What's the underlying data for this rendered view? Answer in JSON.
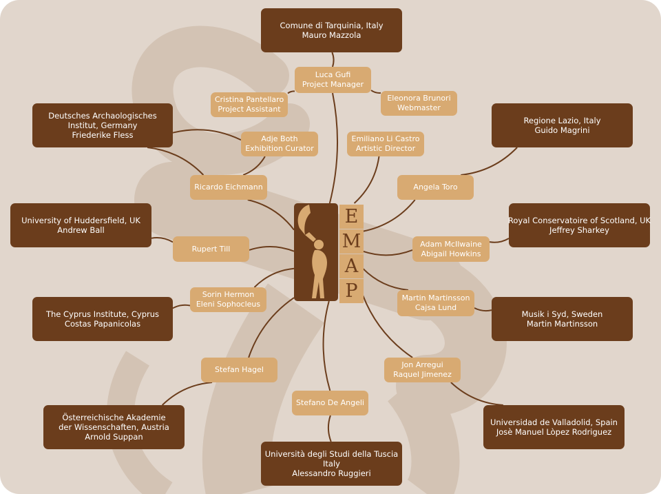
{
  "colors": {
    "background": "#e1d6cc",
    "watermark": "#d3c3b4",
    "dark_box": "#6b3d1c",
    "light_box": "#d8aa72",
    "line": "#6b3d1c",
    "text": "#ffffff"
  },
  "logo": {
    "letters": [
      "E",
      "M",
      "A",
      "P"
    ],
    "figure_icon": "horn-player-figure-icon"
  },
  "institutions": [
    {
      "id": "tarquinia",
      "lines": [
        "Comune di Tarquinia, Italy",
        "Mauro Mazzola"
      ]
    },
    {
      "id": "dai",
      "lines": [
        "Deutsches Archaologisches",
        "Institut, Germany",
        "Friederike Fless"
      ]
    },
    {
      "id": "lazio",
      "lines": [
        "Regione Lazio, Italy",
        "Guido Magrini"
      ]
    },
    {
      "id": "huddersfield",
      "lines": [
        "University of Huddersfield, UK",
        "Andrew Ball"
      ]
    },
    {
      "id": "rcs",
      "lines": [
        "Royal Conservatoire of Scotland, UK",
        "Jeffrey Sharkey"
      ]
    },
    {
      "id": "cyprus",
      "lines": [
        "The Cyprus Institute, Cyprus",
        "Costas Papanicolas"
      ]
    },
    {
      "id": "musik",
      "lines": [
        "Musik i Syd, Sweden",
        "Martin Martinsson"
      ]
    },
    {
      "id": "oeaw",
      "lines": [
        "Österreichische Akademie",
        "der Wissenschaften, Austria",
        "Arnold Suppan"
      ]
    },
    {
      "id": "valladolid",
      "lines": [
        "Universidad de Valladolid, Spain",
        "Josè Manuel Lòpez Rodriguez"
      ]
    },
    {
      "id": "tuscia",
      "lines": [
        "Università degli Studi della Tuscia",
        "Italy",
        "Alessandro Ruggieri"
      ]
    }
  ],
  "people": [
    {
      "id": "gufi",
      "lines": [
        "Luca Gufi",
        "Project Manager"
      ]
    },
    {
      "id": "pantellaro",
      "lines": [
        "Cristina Pantellaro",
        "Project Assistant"
      ]
    },
    {
      "id": "brunori",
      "lines": [
        "Eleonora Brunori",
        "Webmaster"
      ]
    },
    {
      "id": "both",
      "lines": [
        "Adje Both",
        "Exhibition Curator"
      ]
    },
    {
      "id": "licastro",
      "lines": [
        "Emiliano Li Castro",
        "Artistic Director"
      ]
    },
    {
      "id": "eichmann",
      "lines": [
        "Ricardo Eichmann"
      ]
    },
    {
      "id": "toro",
      "lines": [
        "Angela Toro"
      ]
    },
    {
      "id": "till",
      "lines": [
        "Rupert Till"
      ]
    },
    {
      "id": "mcilwaine",
      "lines": [
        "Adam McIlwaine",
        "Abigail Howkins"
      ]
    },
    {
      "id": "hermon",
      "lines": [
        "Sorin Hermon",
        "Eleni Sophocleus"
      ]
    },
    {
      "id": "martinsson",
      "lines": [
        "Martin Martinsson",
        "Cajsa Lund"
      ]
    },
    {
      "id": "hagel",
      "lines": [
        "Stefan Hagel"
      ]
    },
    {
      "id": "arregui",
      "lines": [
        "Jon Arregui",
        "Raquel Jimenez"
      ]
    },
    {
      "id": "deangeli",
      "lines": [
        "Stefano De Angeli"
      ]
    }
  ],
  "connections": [
    [
      "emap",
      "gufi"
    ],
    [
      "gufi",
      "tarquinia"
    ],
    [
      "gufi",
      "pantellaro"
    ],
    [
      "gufi",
      "brunori"
    ],
    [
      "emap",
      "licastro"
    ],
    [
      "emap",
      "eichmann"
    ],
    [
      "eichmann",
      "both"
    ],
    [
      "eichmann",
      "dai"
    ],
    [
      "both",
      "dai"
    ],
    [
      "emap",
      "toro"
    ],
    [
      "toro",
      "lazio"
    ],
    [
      "emap",
      "till"
    ],
    [
      "till",
      "huddersfield"
    ],
    [
      "emap",
      "mcilwaine"
    ],
    [
      "mcilwaine",
      "rcs"
    ],
    [
      "emap",
      "hermon"
    ],
    [
      "hermon",
      "cyprus"
    ],
    [
      "emap",
      "martinsson"
    ],
    [
      "martinsson",
      "musik"
    ],
    [
      "emap",
      "hagel"
    ],
    [
      "hagel",
      "oeaw"
    ],
    [
      "emap",
      "arregui"
    ],
    [
      "arregui",
      "valladolid"
    ],
    [
      "emap",
      "deangeli"
    ],
    [
      "deangeli",
      "tuscia"
    ]
  ]
}
